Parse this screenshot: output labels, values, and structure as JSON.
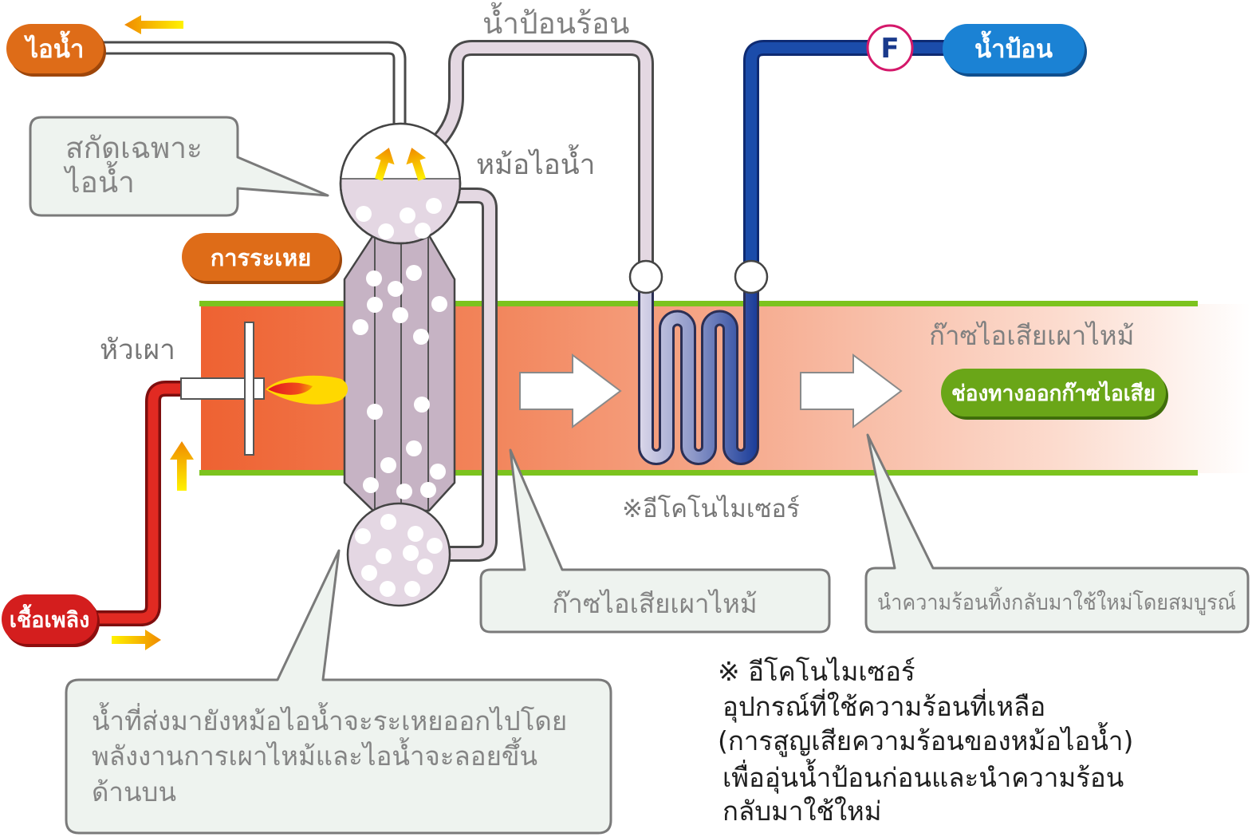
{
  "labels": {
    "steam": "ไอน้ำ",
    "hot_feed_water": "น้ำป้อนร้อน",
    "feed_water": "น้ำป้อน",
    "flow_meter": "F",
    "boiler": "หม้อไอน้ำ",
    "evaporation": "การระเหย",
    "burner": "หัวเผา",
    "fuel": "เชื้อเพลิง",
    "flue_gas": "ก๊าซไอเสียเผาไหม้",
    "exhaust_outlet": "ช่องทางออกก๊าซไอเสีย",
    "economizer": "※อีโคโนไมเซอร์"
  },
  "callouts": {
    "steam_only": [
      "สกัดเฉพาะ",
      "ไอน้ำ"
    ],
    "flue_gas": "ก๊าซไอเสียเผาไหม้",
    "heat_recovery": "นำความร้อนทิ้งกลับมาใช้ใหม่โดยสมบูรณ์",
    "boiler_process": [
      "น้ำที่ส่งมายังหม้อไอน้ำจะระเหยออกไปโดย",
      "พลังงานการเผาไหม้และไอน้ำจะลอยขึ้น",
      "ด้านบน"
    ]
  },
  "note": {
    "title": "※ อีโคโนไมเซอร์",
    "lines": [
      "อุปกรณ์ที่ใช้ความร้อนที่เหลือ",
      "(การสูญเสียความร้อนของหม้อไอน้ำ)",
      "เพื่ออุ่นน้ำป้อนก่อนและนำความร้อน",
      "กลับมาใช้ใหม่"
    ]
  },
  "colors": {
    "steam": "#de6c18",
    "evaporation": "#de6c18",
    "feed_water": "#1b82d4",
    "exhaust_outlet": "#6aa618",
    "fuel": "#d41e1e",
    "flow_meter_ring": "#d4186a",
    "flue_green": "#7cc31e"
  }
}
